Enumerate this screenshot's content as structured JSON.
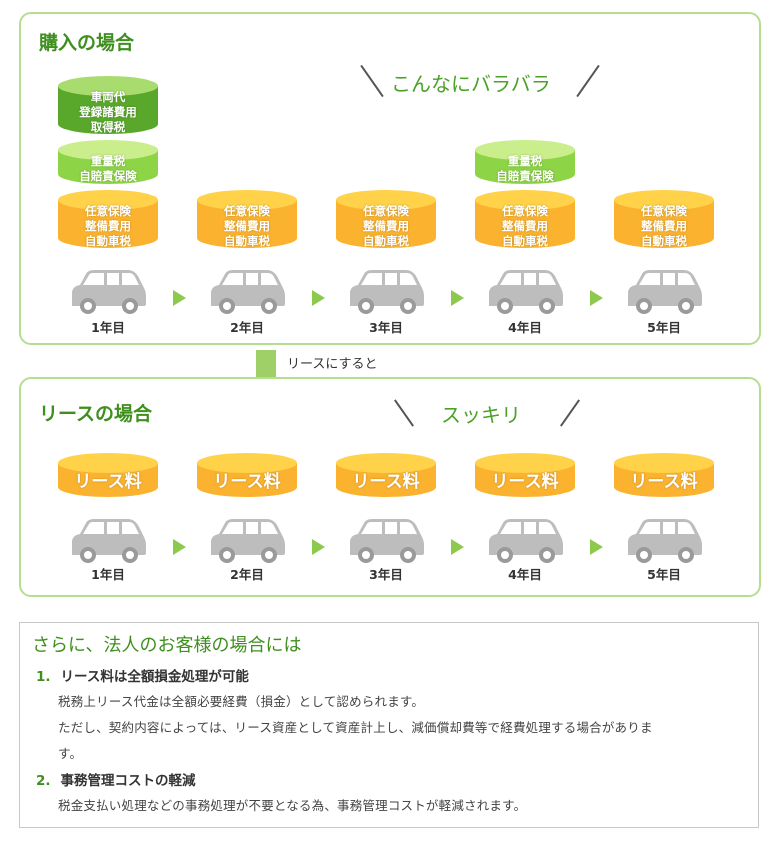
{
  "purchase": {
    "title": "購入の場合",
    "slogan": "こんなにバラバラ",
    "years": [
      {
        "label": "1年目",
        "stack": [
          {
            "color": "darkgreen",
            "lines": [
              "車両代",
              "登録諸費用",
              "取得税"
            ]
          },
          {
            "color": "lightgreen",
            "lines": [
              "重量税",
              "自賠責保険"
            ]
          },
          {
            "color": "orange",
            "lines": [
              "任意保険",
              "整備費用",
              "自動車税"
            ]
          }
        ]
      },
      {
        "label": "2年目",
        "stack": [
          {
            "color": "orange",
            "lines": [
              "任意保険",
              "整備費用",
              "自動車税"
            ]
          }
        ]
      },
      {
        "label": "3年目",
        "stack": [
          {
            "color": "orange",
            "lines": [
              "任意保険",
              "整備費用",
              "自動車税"
            ]
          }
        ]
      },
      {
        "label": "4年目",
        "stack": [
          {
            "color": "lightgreen",
            "lines": [
              "重量税",
              "自賠責保険"
            ]
          },
          {
            "color": "orange",
            "lines": [
              "任意保険",
              "整備費用",
              "自動車税"
            ]
          }
        ]
      },
      {
        "label": "5年目",
        "stack": [
          {
            "color": "orange",
            "lines": [
              "任意保険",
              "整備費用",
              "自動車税"
            ]
          }
        ]
      }
    ]
  },
  "transition": {
    "label": "リースにすると"
  },
  "lease": {
    "title": "リースの場合",
    "slogan": "スッキリ",
    "fee_label": "リース料",
    "years": [
      "1年目",
      "2年目",
      "3年目",
      "4年目",
      "5年目"
    ]
  },
  "info": {
    "title": "さらに、法人のお客様の場合には",
    "items": [
      {
        "num": "1.",
        "heading": "リース料は全額損金処理が可能",
        "lines": [
          "税務上リース代金は全額必要経費（損金）として認められます。",
          "ただし、契約内容によっては、リース資産として資産計上し、減価償却費等で経費処理する場合がありま",
          "す。"
        ]
      },
      {
        "num": "2.",
        "heading": "事務管理コストの軽減",
        "lines": [
          "税金支払い処理などの事務処理が不要となる為、事務管理コストが軽減されます。"
        ]
      }
    ]
  },
  "colors": {
    "accent": "#3f8f1f",
    "border": "#b5de8f",
    "orange": "#fbb32f",
    "light_green": "#8dd446",
    "dark_green": "#5aa82b",
    "car": "#bdbdbd"
  }
}
